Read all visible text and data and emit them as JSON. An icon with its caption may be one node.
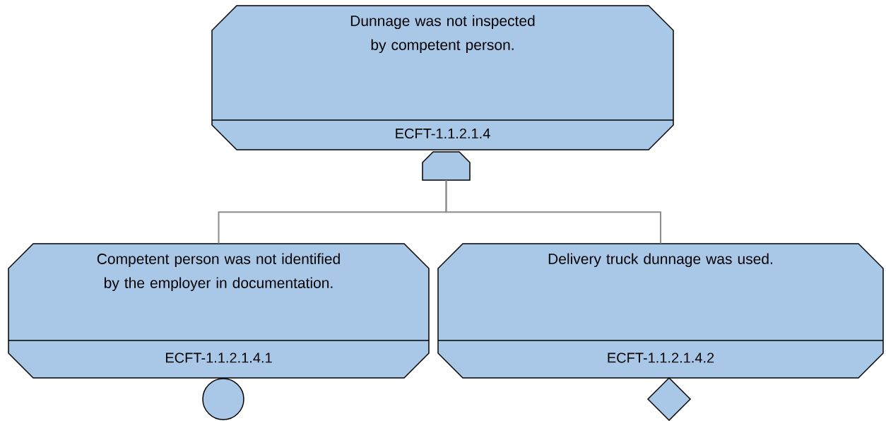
{
  "diagram": {
    "nodes": [
      {
        "text": [
          "Dunnage was not inspected by competent person.",
          "ECFT-1.1.2.1.4"
        ]
      },
      {
        "text": [],
        "shape": "box"
      },
      {
        "text": [
          "Competent person was not identified by the employer in documentation.",
          "ECFT-1.1.2.1.4.1"
        ]
      },
      {
        "text": [
          "Delivery truck dunnage was used.",
          "ECFT-1.1.2.1.4.2"
        ]
      },
      {
        "text": [],
        "shape": "circle"
      },
      {
        "text": [],
        "shape": "diamond"
      }
    ],
    "edges": [
      {
        "from": 1,
        "to": 2,
        "arrow": "none"
      },
      {
        "from": 1,
        "to": 3,
        "arrow": "none"
      }
    ]
  }
}
